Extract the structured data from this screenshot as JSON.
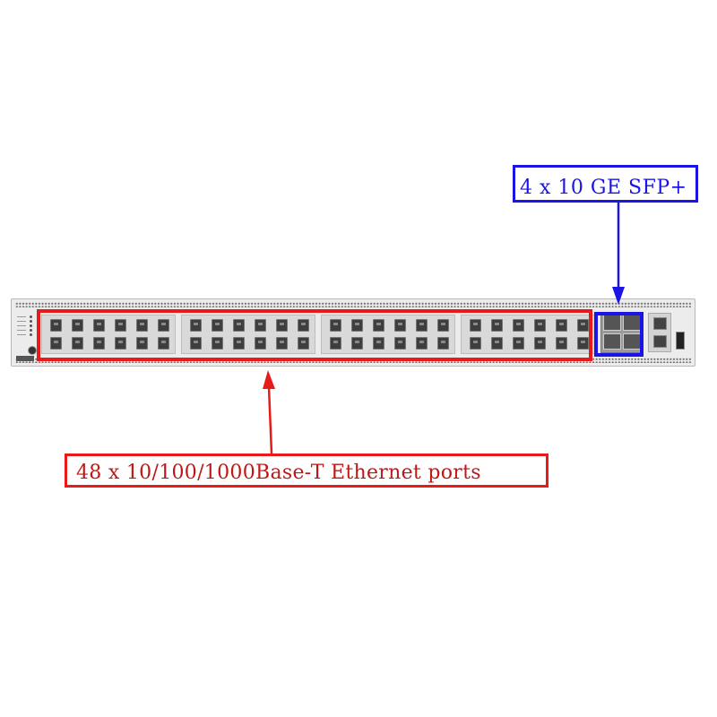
{
  "callouts": {
    "sfp": {
      "text": "4 x 10 GE SFP+",
      "color": "#1a14e6"
    },
    "ethernet": {
      "text": "48 x 10/100/1000Base-T Ethernet ports",
      "color": "#e81a1a"
    }
  },
  "switch": {
    "rj45_port_count": 48,
    "rj45_port_groups": 4,
    "sfp_port_count": 4,
    "icons": [
      "network-switch-chassis",
      "rj45-port",
      "sfp-plus-port",
      "usb-port",
      "management-port"
    ]
  }
}
